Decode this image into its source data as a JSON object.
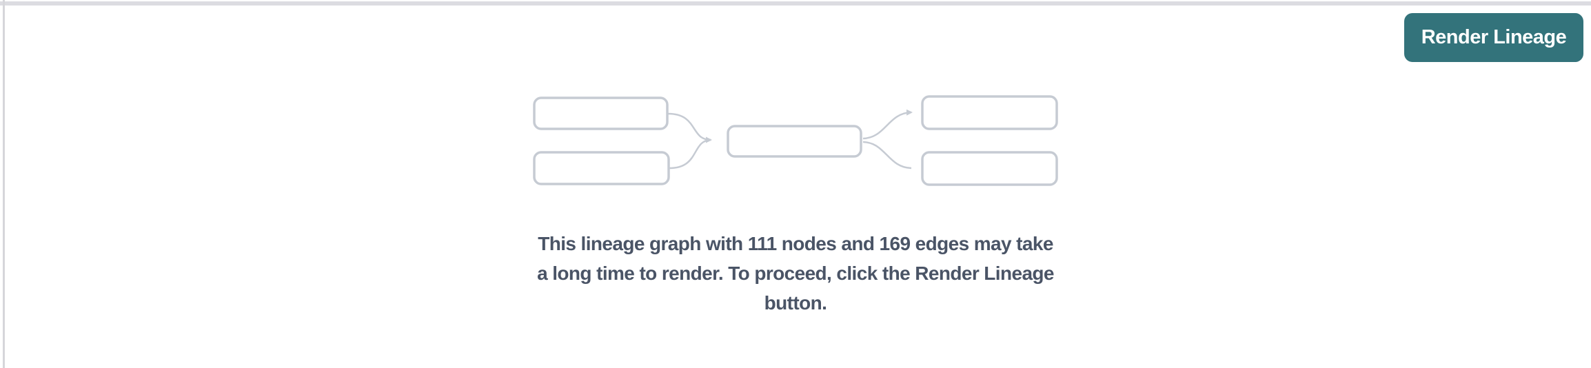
{
  "colors": {
    "accent": "#33737b",
    "border_gray": "#dcdce1",
    "left_line": "#d6d6da",
    "graph_stroke": "#c6cbd3",
    "message_text": "#4a5466",
    "button_text": "#ffffff",
    "background": "#ffffff"
  },
  "toolbar": {
    "render_lineage_label": "Render Lineage"
  },
  "placeholder_graph": {
    "description": "decorative lineage graph illustration: two source boxes feeding one middle box feeding two target boxes",
    "node_boxes": 5,
    "edges": 4
  },
  "message": {
    "node_count": 111,
    "edge_count": 169,
    "full_text": "This lineage graph with 111 nodes and 169 edges may take a long time to render. To proceed, click the Render Lineage button.",
    "lines": [
      "This lineage graph with 111 nodes and 169 edges may take",
      "a long time to render. To proceed, click the Render Lineage",
      "button."
    ]
  }
}
